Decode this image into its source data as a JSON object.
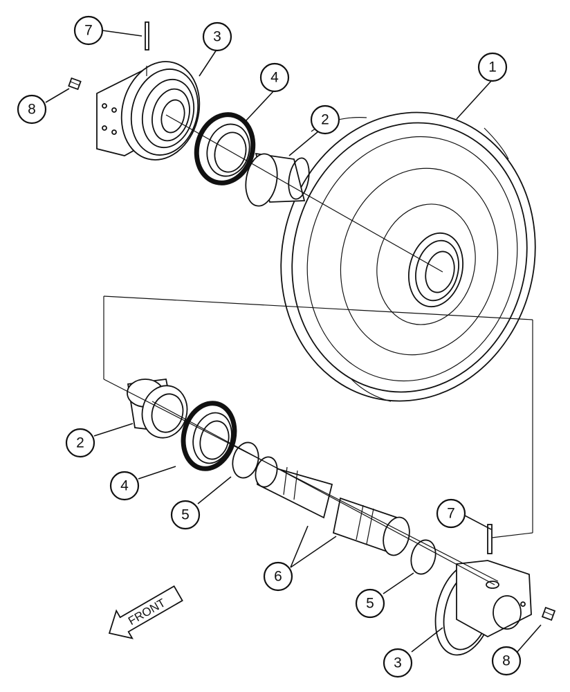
{
  "diagram": {
    "callouts": [
      {
        "id": "c7_top",
        "label": "7"
      },
      {
        "id": "c3_top",
        "label": "3"
      },
      {
        "id": "c4_top",
        "label": "4"
      },
      {
        "id": "c1",
        "label": "1"
      },
      {
        "id": "c2_top",
        "label": "2"
      },
      {
        "id": "c8_top",
        "label": "8"
      },
      {
        "id": "c2_bot",
        "label": "2"
      },
      {
        "id": "c4_bot",
        "label": "4"
      },
      {
        "id": "c5_left",
        "label": "5"
      },
      {
        "id": "c7_bot",
        "label": "7"
      },
      {
        "id": "c6",
        "label": "6"
      },
      {
        "id": "c5_right",
        "label": "5"
      },
      {
        "id": "c3_bot",
        "label": "3"
      },
      {
        "id": "c8_bot",
        "label": "8"
      }
    ],
    "direction_label": "FRONT"
  }
}
